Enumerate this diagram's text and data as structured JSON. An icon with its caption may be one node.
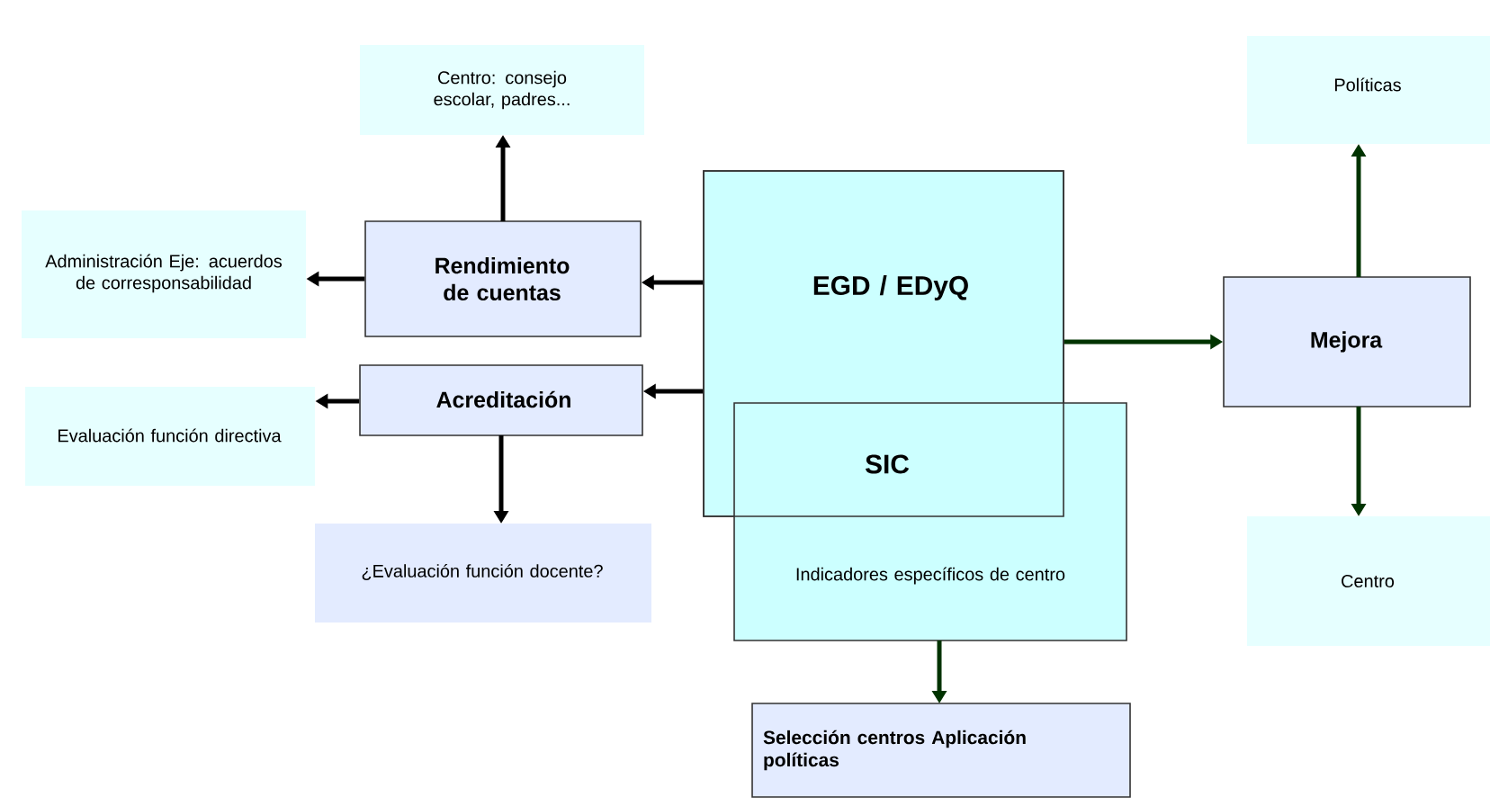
{
  "diagram": {
    "nodes": [
      {
        "text": [
          "Centro: consejo escolar, padres..."
        ]
      },
      {
        "text": [
          "Administración Eje: acuerdos de corresponsabilidad"
        ]
      },
      {
        "text": [
          "Rendimiento de cuentas"
        ]
      },
      {
        "text": [
          "Acreditación"
        ]
      },
      {
        "text": [
          "Evaluación función directiva"
        ]
      },
      {
        "text": [
          "¿Evaluación función docente?"
        ]
      },
      {
        "text": [
          "EGD / EDyQ"
        ]
      },
      {
        "text": [
          "SIC",
          "Indicadores específicos de centro"
        ]
      },
      {
        "text": [
          "Mejora"
        ]
      },
      {
        "text": [
          "Políticas"
        ]
      },
      {
        "text": [
          "Centro"
        ]
      },
      {
        "text": [
          "Selección centros Aplicación políticas"
        ]
      }
    ],
    "edges": [
      {
        "from": 6,
        "to": 2,
        "arrow": "to"
      },
      {
        "from": 6,
        "to": 3,
        "arrow": "to"
      },
      {
        "from": 2,
        "to": 1,
        "arrow": "to"
      },
      {
        "from": 2,
        "to": 0,
        "arrow": "to"
      },
      {
        "from": 3,
        "to": 4,
        "arrow": "to"
      },
      {
        "from": 3,
        "to": 5,
        "arrow": "to"
      },
      {
        "from": 6,
        "to": 8,
        "arrow": "to",
        "color": "#003300"
      },
      {
        "from": 8,
        "to": 9,
        "arrow": "to",
        "color": "#003300"
      },
      {
        "from": 8,
        "to": 10,
        "arrow": "to",
        "color": "#003300"
      },
      {
        "from": 7,
        "to": 11,
        "arrow": "to",
        "color": "#003300"
      }
    ]
  }
}
